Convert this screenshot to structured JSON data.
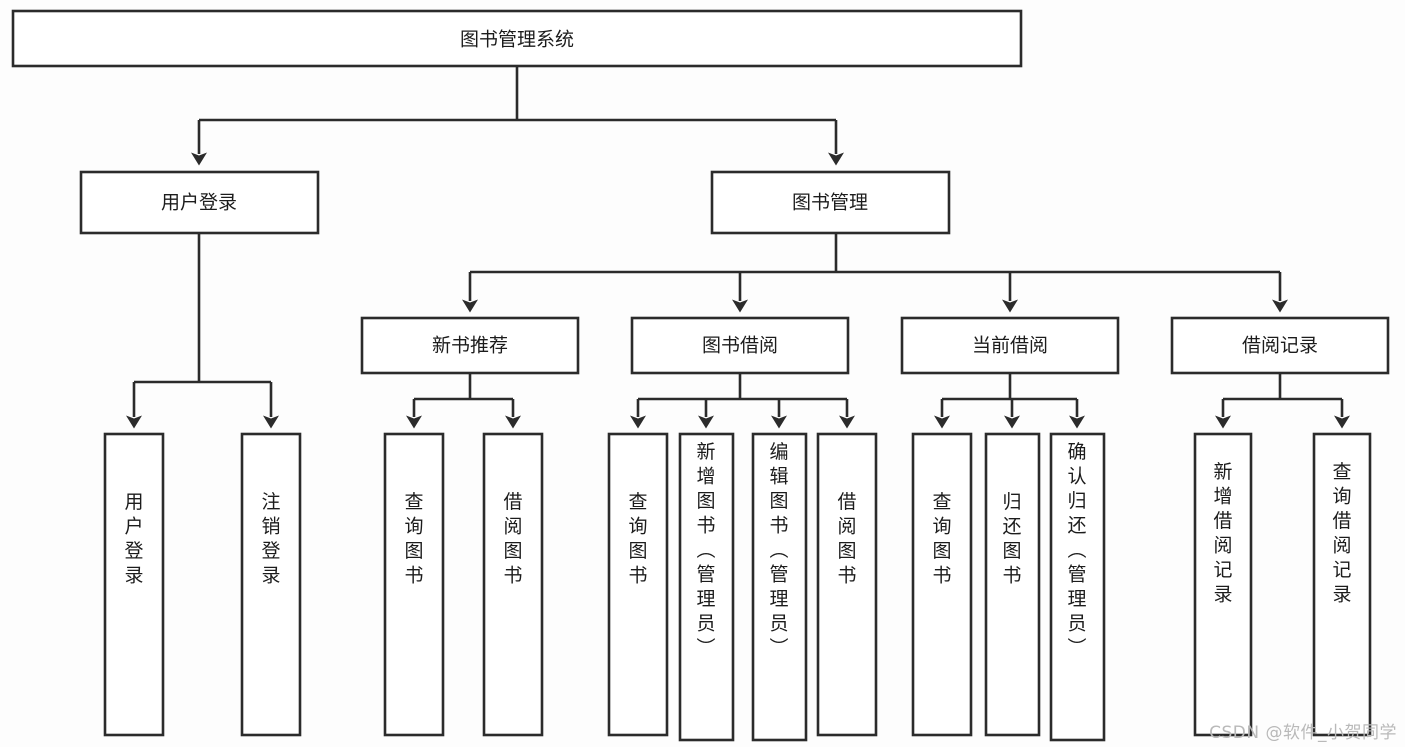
{
  "diagram": {
    "type": "tree-hierarchy",
    "orientation": "top-down",
    "root": {
      "id": "root",
      "label": "图书管理系统"
    },
    "level1": [
      {
        "id": "user-login",
        "label": "用户登录"
      },
      {
        "id": "book-manage",
        "label": "图书管理"
      }
    ],
    "level2": [
      {
        "id": "new-book-rec",
        "label": "新书推荐",
        "parent": "book-manage"
      },
      {
        "id": "book-borrow",
        "label": "图书借阅",
        "parent": "book-manage"
      },
      {
        "id": "current-borrow",
        "label": "当前借阅",
        "parent": "book-manage"
      },
      {
        "id": "borrow-record",
        "label": "借阅记录",
        "parent": "book-manage"
      }
    ],
    "leaves": [
      {
        "id": "leaf-user-login",
        "label": "用户登录",
        "parent": "user-login"
      },
      {
        "id": "leaf-logout",
        "label": "注销登录",
        "parent": "user-login"
      },
      {
        "id": "leaf-query-book-1",
        "label": "查询图书",
        "parent": "new-book-rec"
      },
      {
        "id": "leaf-borrow-book-1",
        "label": "借阅图书",
        "parent": "new-book-rec"
      },
      {
        "id": "leaf-query-book-2",
        "label": "查询图书",
        "parent": "book-borrow"
      },
      {
        "id": "leaf-add-book",
        "label": "新增图书（管理员）",
        "parent": "book-borrow"
      },
      {
        "id": "leaf-edit-book",
        "label": "编辑图书（管理员）",
        "parent": "book-borrow"
      },
      {
        "id": "leaf-borrow-book-2",
        "label": "借阅图书",
        "parent": "book-borrow"
      },
      {
        "id": "leaf-query-book-3",
        "label": "查询图书",
        "parent": "current-borrow"
      },
      {
        "id": "leaf-return-book",
        "label": "归还图书",
        "parent": "current-borrow"
      },
      {
        "id": "leaf-confirm-return",
        "label": "确认归还（管理员）",
        "parent": "current-borrow"
      },
      {
        "id": "leaf-add-record",
        "label": "新增借阅记录",
        "parent": "borrow-record"
      },
      {
        "id": "leaf-query-record",
        "label": "查询借阅记录",
        "parent": "borrow-record"
      }
    ],
    "colors": {
      "box_stroke": "#2b2b2b",
      "box_fill": "#ffffff",
      "text": "#1c1c1c",
      "background": "#fdfdfd",
      "watermark": "#b9b9b9"
    }
  },
  "watermark": {
    "text": "CSDN @软件_小贺同学"
  }
}
